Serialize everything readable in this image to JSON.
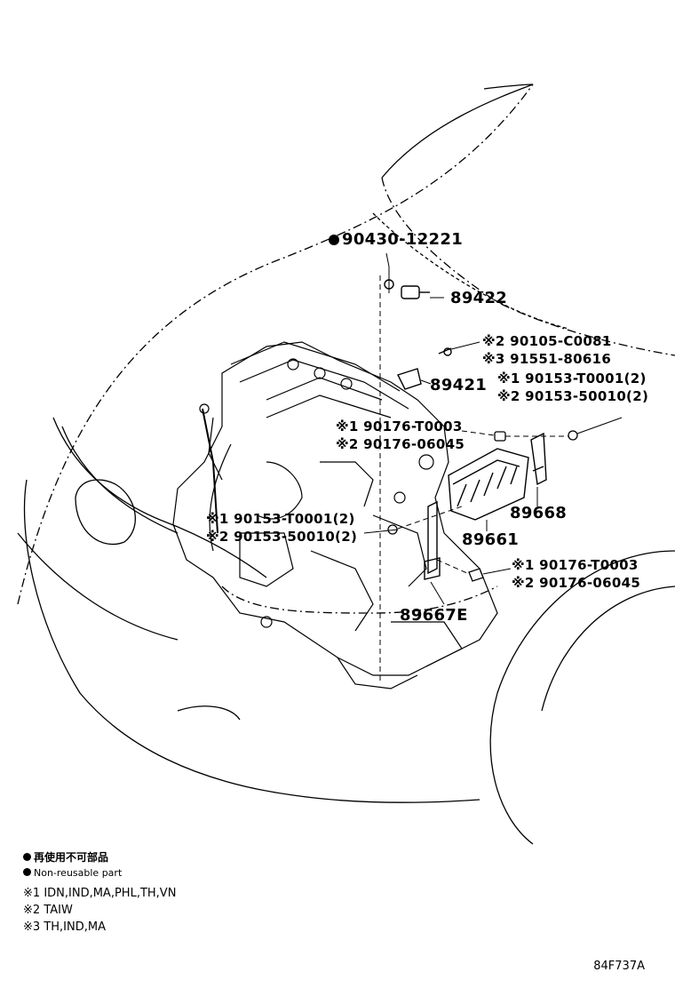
{
  "labels": {
    "p90430": "90430-12221",
    "p89422": "89422",
    "p90105_mark": "※2",
    "p90105": "90105-C0081",
    "p91551_mark": "※3",
    "p91551": "91551-80616",
    "p89421": "89421",
    "p90153a_mark": "※1",
    "p90153a": "90153-T0001(2)",
    "p90153b_mark": "※2",
    "p90153b": "90153-50010(2)",
    "p90176a_mark": "※1",
    "p90176a": "90176-T0003",
    "p90176b_mark": "※2",
    "p90176b": "90176-06045",
    "p89668": "89668",
    "p89661": "89661",
    "p90153c_mark": "※1",
    "p90153c": "90153-T0001(2)",
    "p90153d_mark": "※2",
    "p90153d": "90153-50010(2)",
    "p90176c_mark": "※1",
    "p90176c": "90176-T0003",
    "p90176d_mark": "※2",
    "p90176d": "90176-06045",
    "p89667e": "89667E"
  },
  "legend": {
    "nonreusable_jp": "再使用不可部品",
    "nonreusable_en": "Non-reusable part",
    "note1_mark": "※1",
    "note1": "IDN,IND,MA,PHL,TH,VN",
    "note2_mark": "※2",
    "note2": "TAIW",
    "note3_mark": "※3",
    "note3": "TH,IND,MA"
  },
  "figure_code": "84F737A"
}
